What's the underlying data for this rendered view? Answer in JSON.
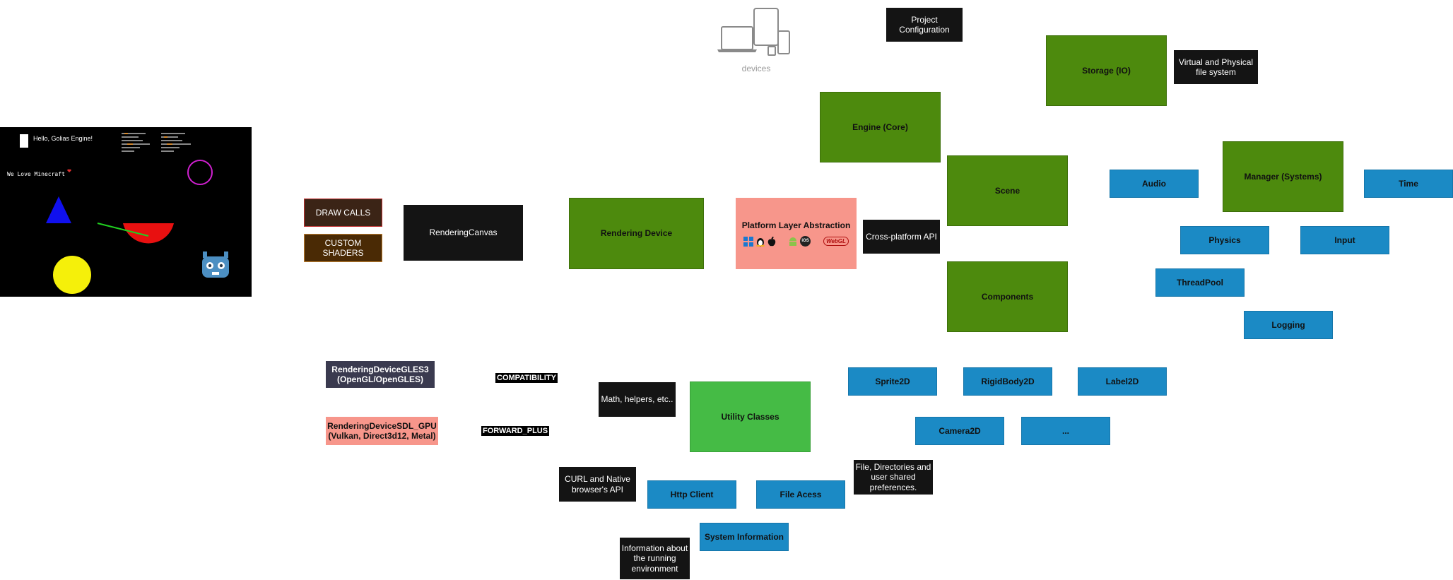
{
  "devices": {
    "label": "devices"
  },
  "preview": {
    "hello_text": "Hello, Golias Engine!",
    "minecraft_text": "We Love Minecraft"
  },
  "nodes": {
    "project_config": "Project Configuration",
    "storage": "Storage (IO)",
    "vfs": "Virtual and Physical file system",
    "engine_core": "Engine (Core)",
    "scene": "Scene",
    "manager": "Manager (Systems)",
    "audio": "Audio",
    "time": "Time",
    "physics": "Physics",
    "input": "Input",
    "threadpool": "ThreadPool",
    "logging": "Logging",
    "draw_calls": "DRAW CALLS",
    "custom_shaders": "CUSTOM SHADERS",
    "rendering_canvas": "RenderingCanvas",
    "rendering_device": "Rendering Device",
    "platform_layer": "Platform Layer Abstraction",
    "cross_platform": "Cross-platform API",
    "components": "Components",
    "sprite2d": "Sprite2D",
    "rigidbody2d": "RigidBody2D",
    "label2d": "Label2D",
    "camera2d": "Camera2D",
    "more": "...",
    "gles3": "RenderingDeviceGLES3 (OpenGL/OpenGLES)",
    "sdl_gpu": "RenderingDeviceSDL_GPU (Vulkan, Direct3d12, Metal)",
    "compatibility": "COMPATIBILITY",
    "forward_plus": "FORWARD_PLUS",
    "math_helpers": "Math, helpers, etc..",
    "utility": "Utility Classes",
    "curl": "CURL and Native browser's API",
    "http_client": "Http Client",
    "file_access": "File Acess",
    "file_dirs": "File, Directories and user shared preferences.",
    "system_info": "System Information",
    "running_env": "Information about the running environment"
  },
  "platforms": {
    "ios": "iOS",
    "webgl": "WebGL"
  },
  "colors": {
    "green": "#4d8a0d",
    "light_green": "#45bb45",
    "blue": "#1b8ac5",
    "black": "#141414",
    "salmon": "#f7968b",
    "brown_dark": "#3b2416",
    "brown": "#4a2a05",
    "slate": "#3a3a4f"
  }
}
